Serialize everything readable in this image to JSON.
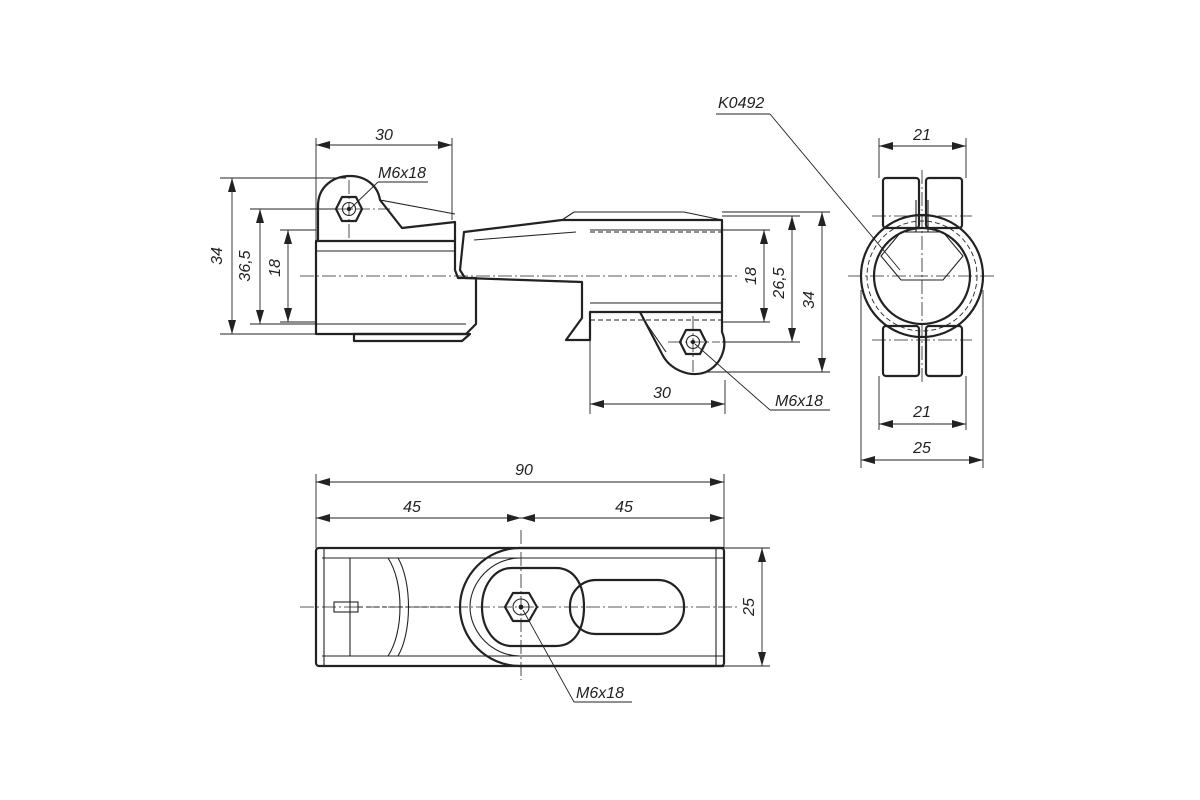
{
  "labels": {
    "part_code": "K0492",
    "front_top_30": "30",
    "front_thread_top": "M6x18",
    "front_left_34": "34",
    "front_left_36_5": "36,5",
    "front_left_18": "18",
    "front_right_18": "18",
    "front_right_26_5": "26,5",
    "front_right_34": "34",
    "front_bottom_30": "30",
    "front_thread_bottom": "M6x18",
    "side_top_21": "21",
    "side_bottom_21": "21",
    "side_bottom_25": "25",
    "plan_90": "90",
    "plan_45_left": "45",
    "plan_45_right": "45",
    "plan_25": "25",
    "plan_thread": "M6x18"
  },
  "colors": {
    "line": "#222222",
    "background": "#ffffff"
  }
}
